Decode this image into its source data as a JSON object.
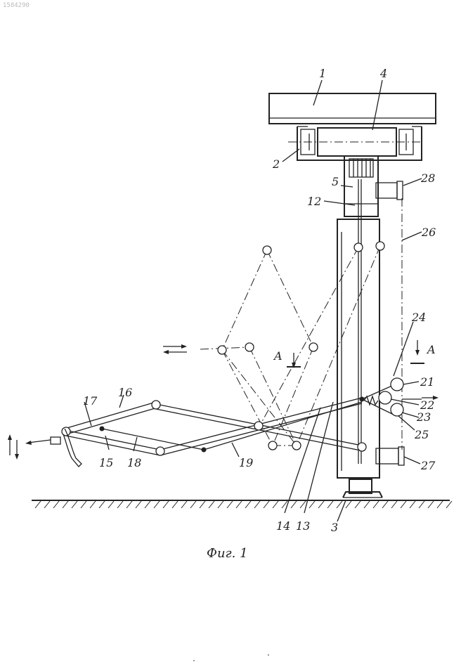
{
  "stamp": "1584290",
  "caption": "Фиг. 1",
  "labels": {
    "l1": "1",
    "l2": "2",
    "l3": "3",
    "l4": "4",
    "l5": "5",
    "l12": "12",
    "l13": "13",
    "l14": "14",
    "l15": "15",
    "l16": "16",
    "l17": "17",
    "l18": "18",
    "l19": "19",
    "l21": "21",
    "l22": "22",
    "l23": "23",
    "l24": "24",
    "l25": "25",
    "l26": "26",
    "l27": "27",
    "l28": "28",
    "sectionA1": "A",
    "sectionA2": "A"
  }
}
